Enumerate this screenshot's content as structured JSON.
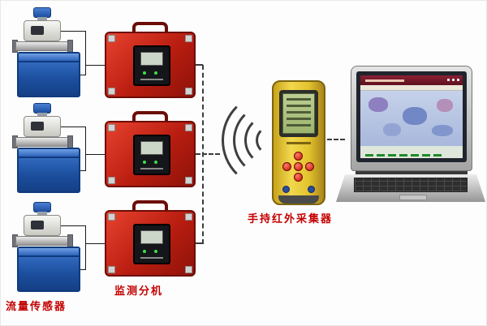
{
  "diagram": {
    "labels": {
      "flow_sensor": "流量传感器",
      "monitor_unit": "监测分机",
      "handheld_collector": "手持红外采集器"
    }
  },
  "colors": {
    "label_red": "#c40000",
    "case_red": "#b81d10",
    "sensor_blue": "#1c4f9e",
    "handheld_yellow": "#e3c22e",
    "lcd_green": "#a9c17b",
    "laptop_screen_blue": "#b6c4e2"
  }
}
